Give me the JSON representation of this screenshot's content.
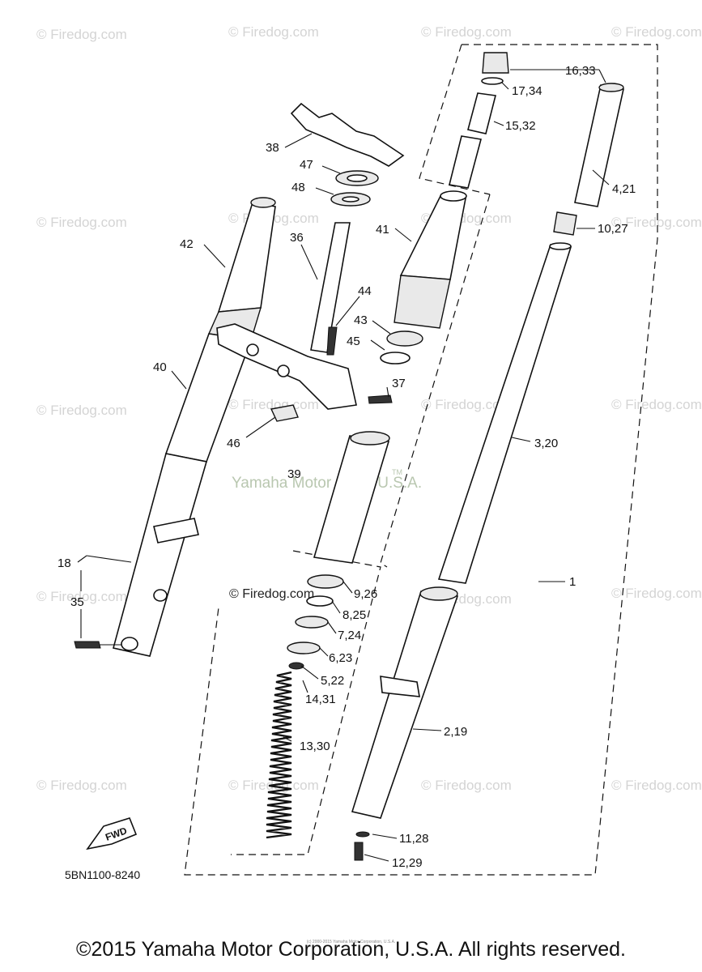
{
  "watermark": "© Firedog.com",
  "center_watermark": "Yamaha Motor Corp. U.S.A.",
  "center_watermark_tm": "TM",
  "inline_copyright": "© Firedog.com",
  "part_labels": {
    "p1": "1",
    "p2_19": "2,19",
    "p3_20": "3,20",
    "p4_21": "4,21",
    "p5_22": "5,22",
    "p6_23": "6,23",
    "p7_24": "7,24",
    "p8_25": "8,25",
    "p9_26": "9,26",
    "p10_27": "10,27",
    "p11_28": "11,28",
    "p12_29": "12,29",
    "p13_30": "13,30",
    "p14_31": "14,31",
    "p15_32": "15,32",
    "p16_33": "16,33",
    "p17_34": "17,34",
    "p18": "18",
    "p35": "35",
    "p36": "36",
    "p37": "37",
    "p38": "38",
    "p39": "39",
    "p40": "40",
    "p41": "41",
    "p42": "42",
    "p43": "43",
    "p44": "44",
    "p45": "45",
    "p46": "46",
    "p47": "47",
    "p48": "48"
  },
  "fwd_label": "FWD",
  "diagram_code": "5BN1100-8240",
  "fine_print": "(c) 2000-2015 Yamaha Motor Corporation, U.S.A.",
  "footer": "©2015 Yamaha Motor Corporation, U.S.A. All rights reserved."
}
